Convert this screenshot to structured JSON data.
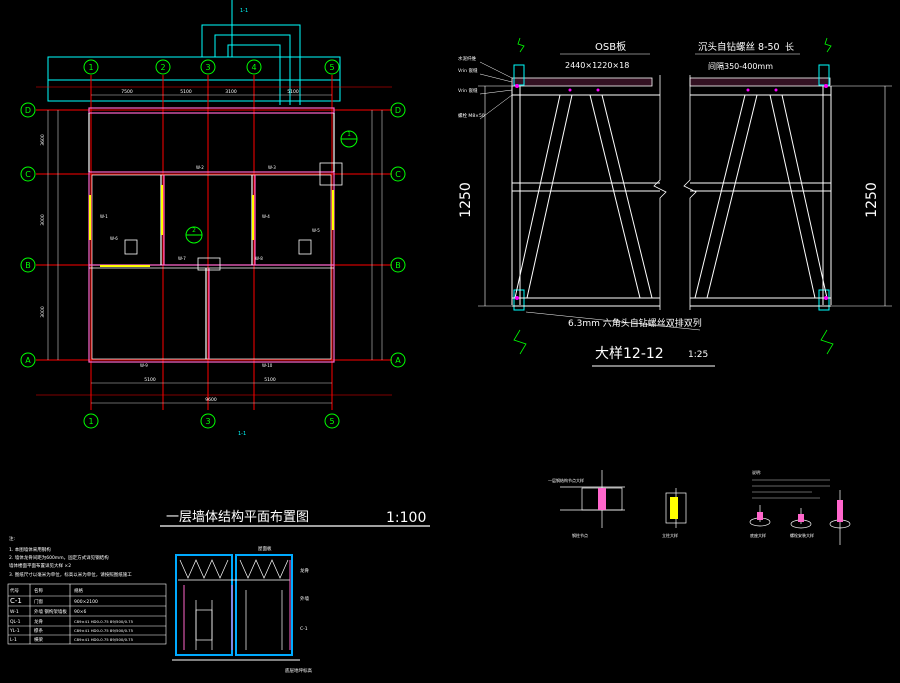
{
  "floor_plan": {
    "title": "一层墙体结构平面布置图",
    "scale": "1:100",
    "col_axes": [
      "1",
      "2",
      "3",
      "4",
      "5"
    ],
    "col_axes_bottom": [
      "1",
      "3",
      "5"
    ],
    "row_axes": [
      "D",
      "C",
      "B",
      "A"
    ],
    "section_marks": [
      "1-1",
      "1-1"
    ],
    "callouts": [
      "1",
      "2"
    ],
    "top_dims": [
      "7500",
      "5100",
      "3100",
      "5100"
    ],
    "bottom_dims": [
      "5100",
      "5100"
    ],
    "total_dim": "9600",
    "left_dims": [
      "3600",
      "3000",
      "3000"
    ],
    "room_tags": [
      "W-1",
      "W-2",
      "W-3",
      "W-4",
      "W-5",
      "W-6",
      "W-7",
      "W-8",
      "W-9",
      "W-10"
    ]
  },
  "detail_12": {
    "title": "大样12-12",
    "scale": "1:25",
    "osb_label": "OSB板",
    "osb_size": "2440×1220×18",
    "screw_label": "沉头自钻螺丝 8-50",
    "screw_length": "长",
    "spacing_label": "间隔350-400mm",
    "height_dim": "1250",
    "bolt_note": "6.3mm 六角头自钻螺丝双排双列",
    "left_labels": [
      "水泥纤维",
      "Vrin 嵌缝",
      "Vrin 嵌缝",
      "螺栓 M8×50"
    ]
  },
  "notes": {
    "heading": "注:",
    "lines": [
      "1. 本图墙体采用钢构",
      "2. 墙体龙骨间距为600mm，固定方式详见钢结构",
      "   墙体楼面平面布置详见大样 ×2",
      "3. 图纸尺寸以毫米为单位，标高以米为单位，请按照图纸施工"
    ]
  },
  "legend": {
    "header": [
      "代号",
      "名称",
      "规格"
    ],
    "rows": [
      [
        "C-1",
        "门窗",
        "900×2100"
      ],
      [
        "W-1",
        "外墙 钢构架墙板",
        "90×6"
      ],
      [
        "QL-1",
        "龙骨",
        "C89×41 HD0-0.75 89/500/0.75"
      ],
      [
        "YL-1",
        "檩条",
        "C89×41 HD0-0.75 89/500/0.75"
      ],
      [
        "L-1",
        "横梁",
        "C89×41 HD0-0.75 89/500/0.75"
      ]
    ]
  },
  "small_details": {
    "labels": [
      "一层钢结构节点大样",
      "钢柱节点",
      "立柱大样",
      "底座大样",
      "螺栓安装大样"
    ],
    "note_heading": "说明:"
  },
  "elevation": {
    "labels": [
      "屋面板",
      "龙骨",
      "外墙",
      "C-1"
    ],
    "bottom_label": "底层地坪标高"
  },
  "colors": {
    "axis": "#ff0000",
    "grid_bubble": "#00ff00",
    "wall": "#ffffff",
    "frame": "#ff00ff",
    "dim": "#ffffff",
    "cyan": "#00ffff",
    "yellow": "#ffff00"
  }
}
